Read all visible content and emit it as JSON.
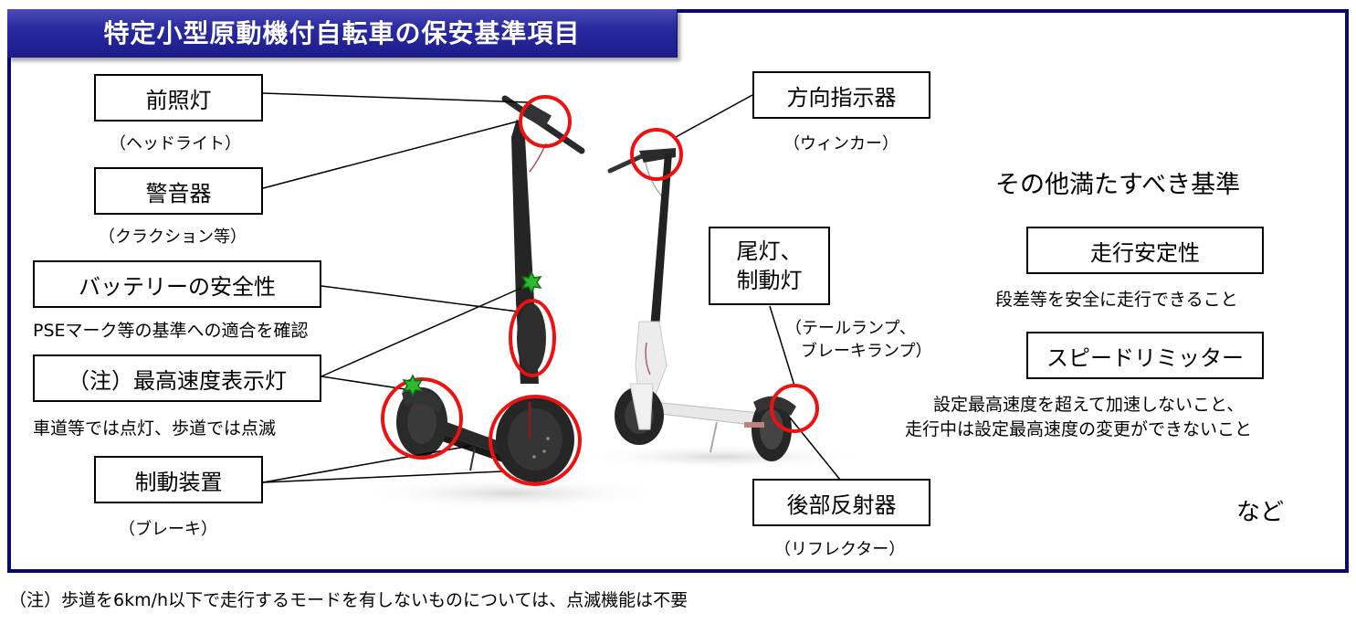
{
  "title": "特定小型原動機付自転車の保安基準項目",
  "labels": {
    "headlight": {
      "name": "前照灯",
      "note": "（ヘッドライト）"
    },
    "horn": {
      "name": "警音器",
      "note": "（クラクション等）"
    },
    "battery": {
      "name": "バッテリーの安全性",
      "note": "PSEマーク等の基準への適合を確認"
    },
    "speed_indicator": {
      "name": "（注）最高速度表示灯",
      "note": "車道等では点灯、歩道では点滅"
    },
    "brake": {
      "name": "制動装置",
      "note": "（ブレーキ）"
    },
    "turn_signal": {
      "name": "方向指示器",
      "note": "（ウィンカー）"
    },
    "tail_brake_light": {
      "name_line1": "尾灯、",
      "name_line2": "制動灯",
      "note_line1": "（テールランプ、",
      "note_line2": "ブレーキランプ）"
    },
    "rear_reflector": {
      "name": "後部反射器",
      "note": "（リフレクター）"
    }
  },
  "other_standards": {
    "heading": "その他満たすべき基準",
    "items": [
      {
        "name": "走行安定性",
        "note_lines": [
          "段差等を安全に走行できること"
        ]
      },
      {
        "name": "スピードリミッター",
        "note_lines": [
          "設定最高速度を超えて加速しないこと、",
          "走行中は設定最高速度の変更ができないこと"
        ]
      }
    ],
    "etc": "など"
  },
  "footnote": "（注）歩道を6km/h以下で走行するモードを有しないものについては、点滅機能は不要",
  "colors": {
    "frame": "#0a0a6b",
    "title_bar": "#2a2aa0",
    "highlight_circle": "#ee1111",
    "indicator_star": "#2dbb2d"
  }
}
